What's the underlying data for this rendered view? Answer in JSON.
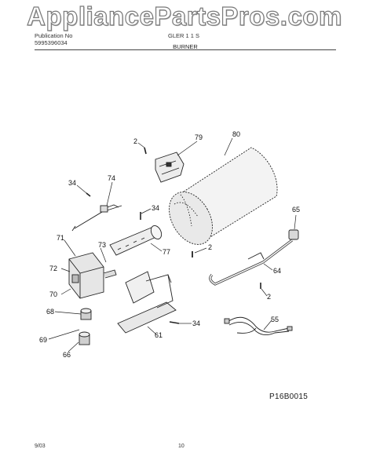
{
  "watermark": "AppliancePartsPros.com",
  "header": {
    "publication_label": "Publication No",
    "publication_number": "5995396034",
    "model": "GLER 1 1 S",
    "section": "BURNER"
  },
  "parts": {
    "p2_top": "2",
    "p79": "79",
    "p80": "80",
    "p34_left": "34",
    "p74": "74",
    "p34_mid": "34",
    "p65": "65",
    "p71": "71",
    "p73": "73",
    "p2_mid": "2",
    "p77": "77",
    "p72": "72",
    "p64": "64",
    "p70": "70",
    "p2_right": "2",
    "p68": "68",
    "p34_bottom": "34",
    "p55": "55",
    "p69": "69",
    "p61": "61",
    "p66": "66"
  },
  "diagram_ref": "P16B0015",
  "footer": {
    "date": "9/03",
    "page": "10"
  }
}
